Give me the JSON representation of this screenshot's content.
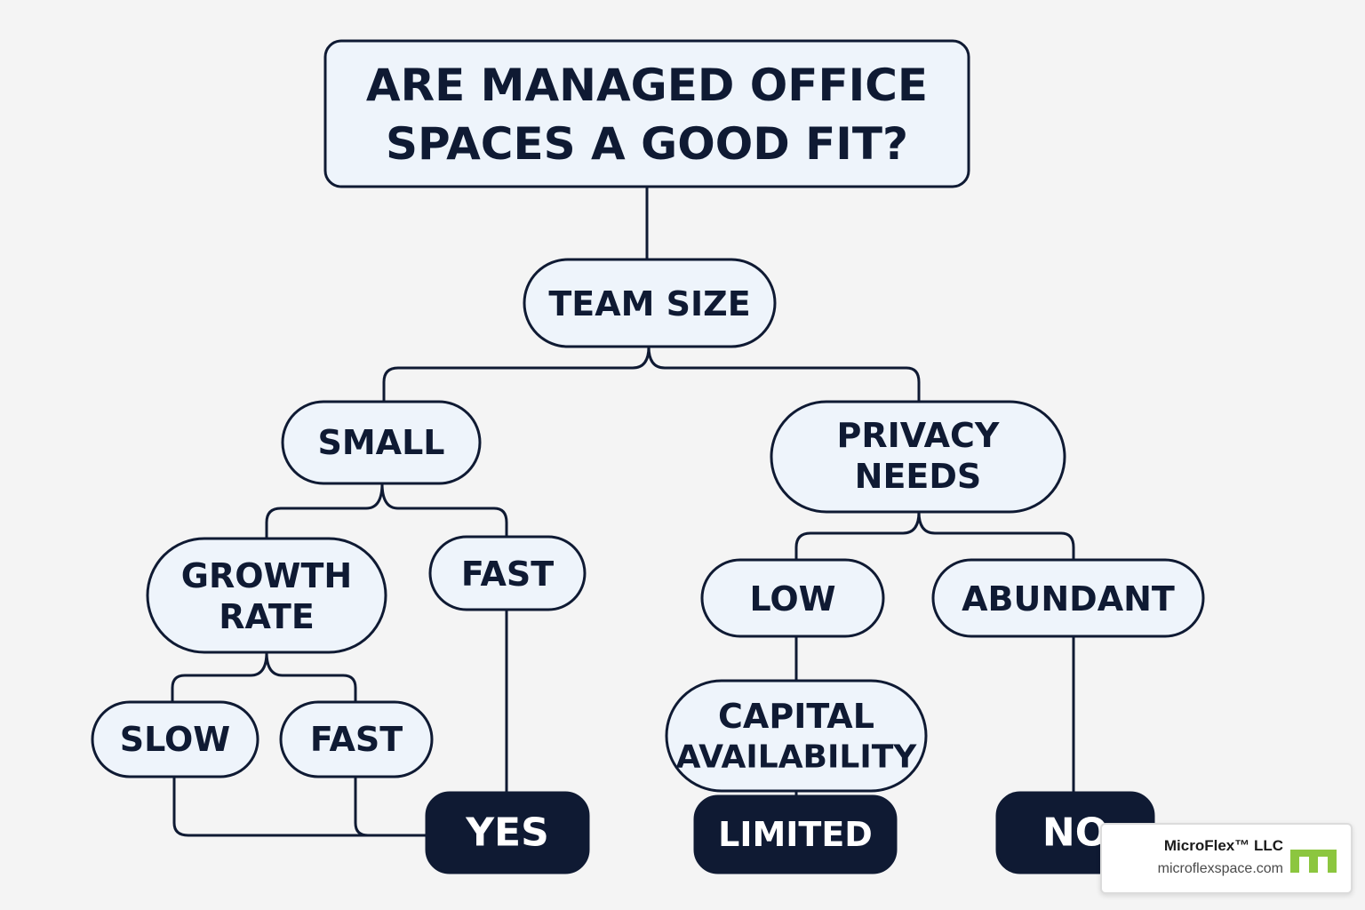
{
  "title": {
    "line1": "ARE MANAGED OFFICE",
    "line2": "SPACES A GOOD FIT?"
  },
  "nodes": {
    "team_size": "TEAM SIZE",
    "small": "SMALL",
    "privacy_needs": {
      "line1": "PRIVACY",
      "line2": "NEEDS"
    },
    "growth_rate": {
      "line1": "GROWTH",
      "line2": "RATE"
    },
    "fast_top": "FAST",
    "low": "LOW",
    "abundant": "ABUNDANT",
    "slow": "SLOW",
    "fast_bottom": "FAST",
    "capital_availability": {
      "line1": "CAPITAL",
      "line2": "AVAILABILITY"
    }
  },
  "outcomes": {
    "yes": "YES",
    "limited": "LIMITED",
    "no": "NO"
  },
  "logo": {
    "name": "MicroFlex™ LLC",
    "url": "microflexspace.com",
    "accent": "#8cc63f"
  },
  "colors": {
    "ink": "#0f1a33",
    "node_fill": "#eef4fb",
    "background": "#f4f4f4"
  }
}
